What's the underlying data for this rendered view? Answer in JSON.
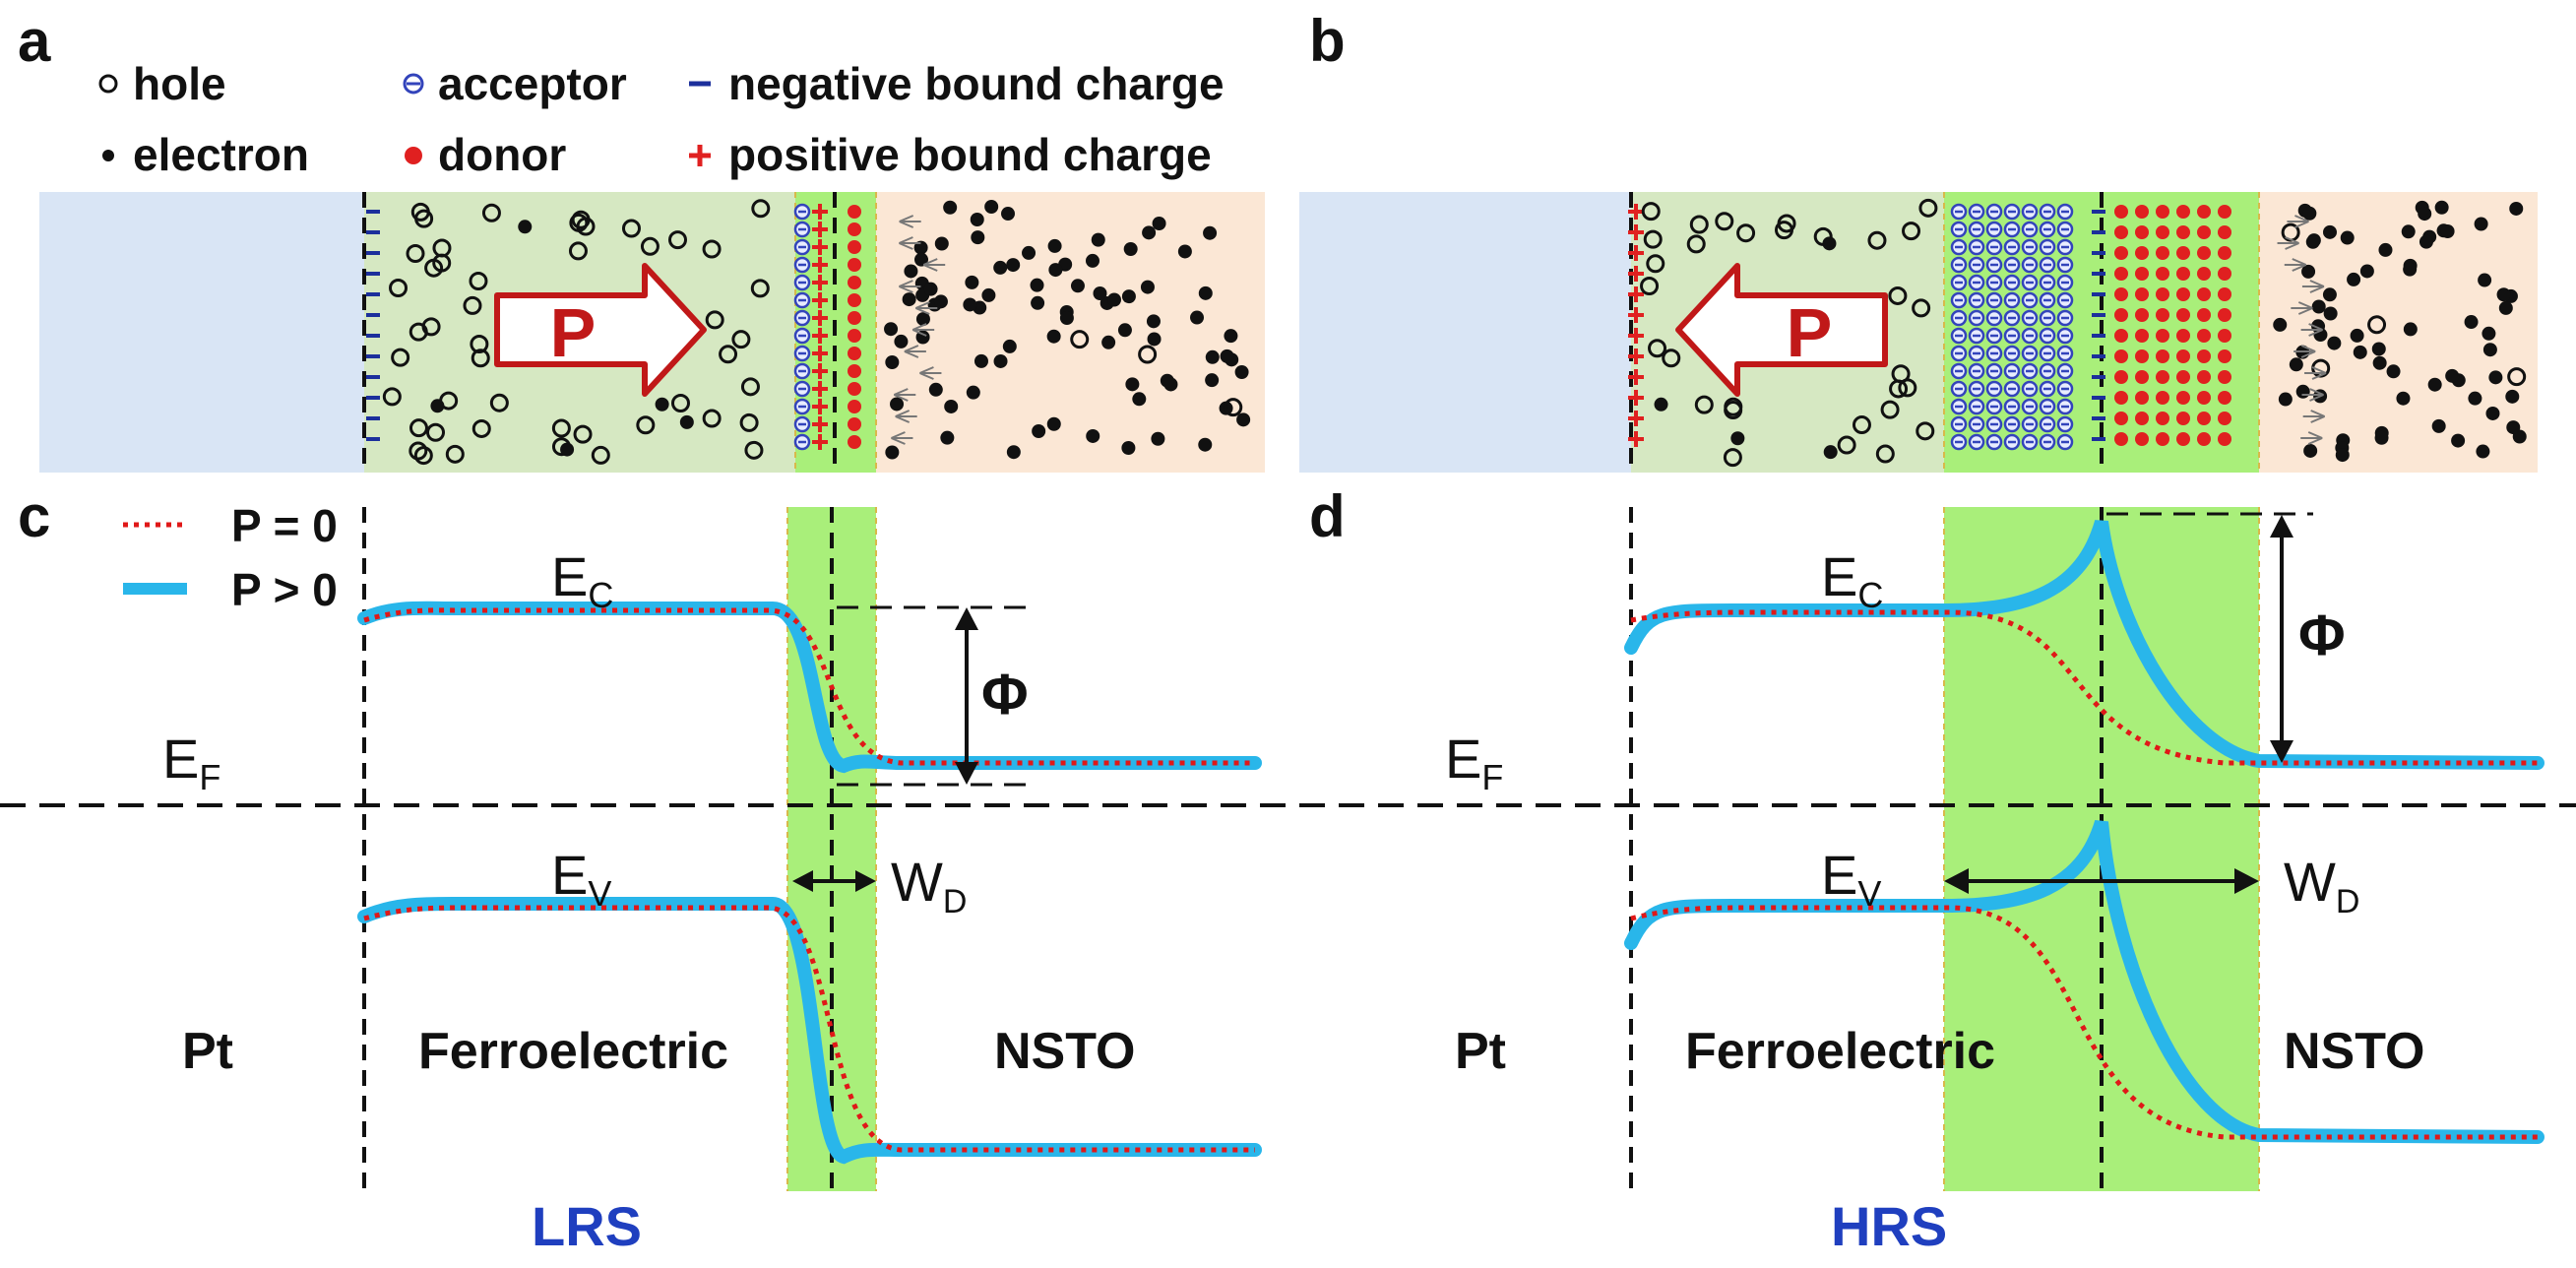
{
  "panels": {
    "a": "a",
    "b": "b",
    "c": "c",
    "d": "d"
  },
  "legend_top": {
    "hole": "hole",
    "electron": "electron",
    "acceptor": "acceptor",
    "donor": "donor",
    "negative_bound": "negative bound charge",
    "positive_bound": "positive bound charge"
  },
  "legend_band": {
    "p0": "P = 0",
    "p_pos": "P > 0"
  },
  "polarization": "P",
  "bands": {
    "ec": "E",
    "ec_sub": "C",
    "ev": "E",
    "ev_sub": "V",
    "ef": "E",
    "ef_sub": "F",
    "phi": "Φ",
    "wd": "W",
    "wd_sub": "D"
  },
  "regions": {
    "pt": "Pt",
    "ferro": "Ferroelectric",
    "nsto": "NSTO"
  },
  "states": {
    "lrs": "LRS",
    "hrs": "HRS"
  },
  "colors": {
    "electrode": "#d9e5f5",
    "ferroelectric": "#d6e8c2",
    "depletion": "#a9ef7a",
    "nsto": "#fbe7d5",
    "p_zero_curve": "#e01818",
    "p_pos_curve": "#29b6ea",
    "acceptor": "#3344bb",
    "donor": "#e02020",
    "negative_bound": "#1c2f9c",
    "positive_bound": "#e02020",
    "state_label": "#1f3fbf"
  }
}
